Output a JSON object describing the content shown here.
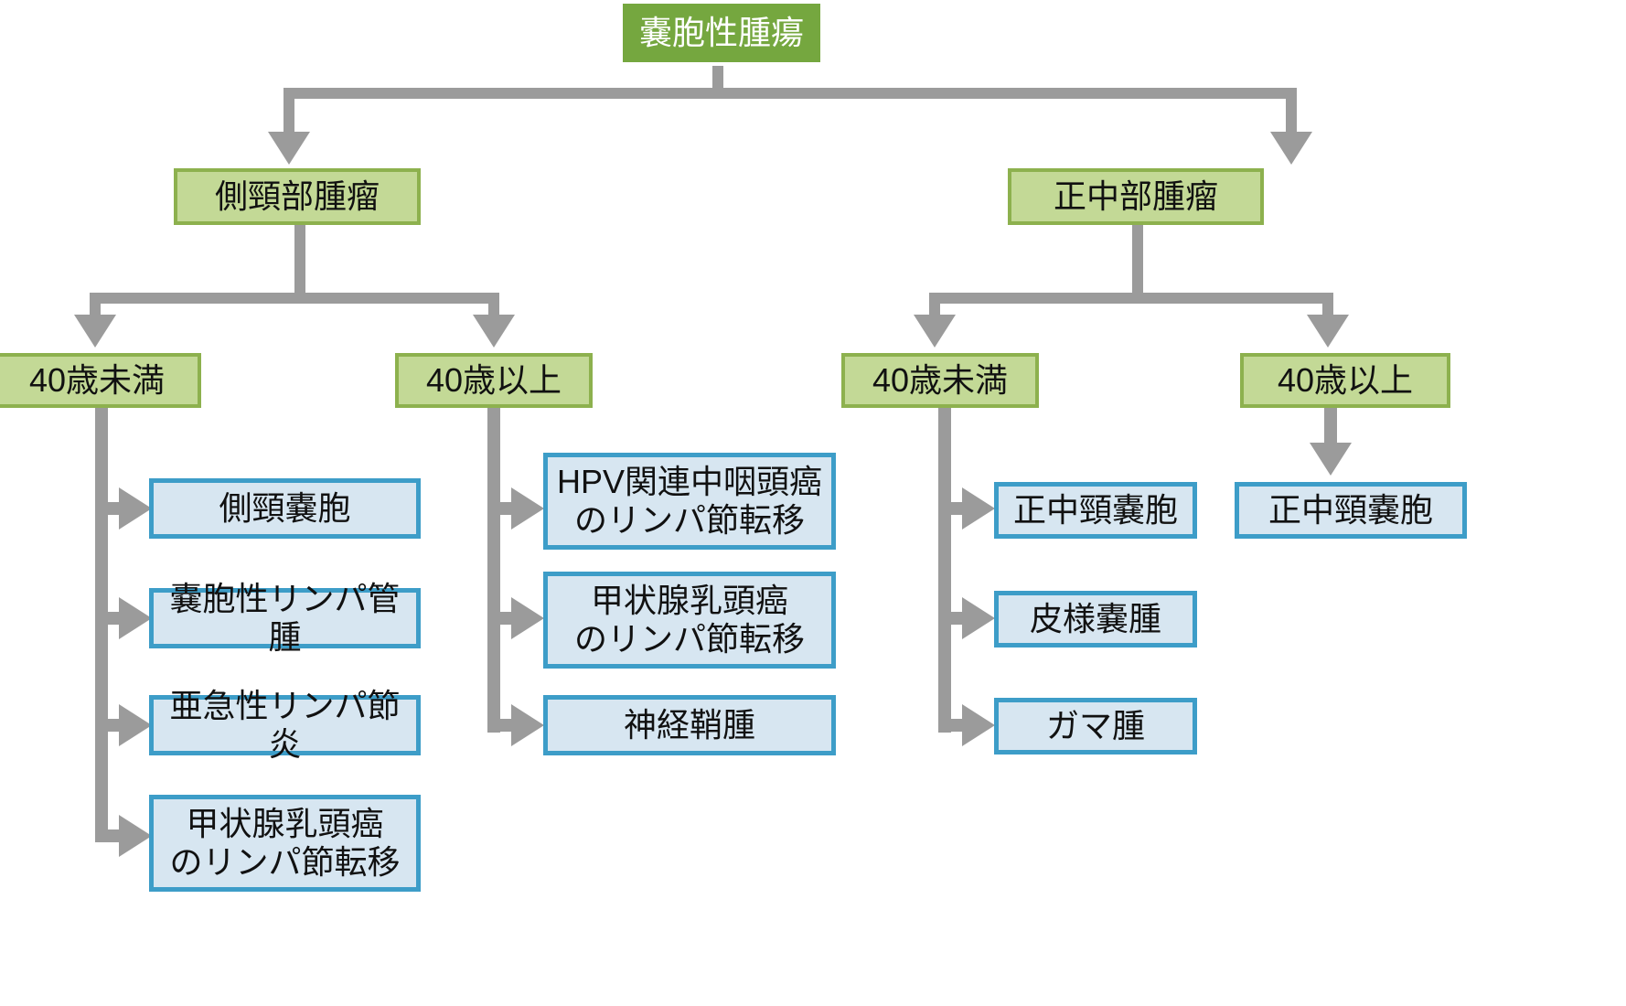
{
  "diagram": {
    "title": "嚢胞性腫瘍 診断フローチャート",
    "colors": {
      "root_fill": "#75a73f",
      "root_text": "#ffffff",
      "level_fill": "#c3d996",
      "level_border": "#8db14e",
      "leaf_fill": "#d7e6f1",
      "leaf_border": "#3d9dc8",
      "connector": "#9b9b9b"
    },
    "root": {
      "label": "嚢胞性腫瘍"
    },
    "branches": [
      {
        "label": "側頸部腫瘤"
      },
      {
        "label": "正中部腫瘤"
      }
    ],
    "age_groups": [
      {
        "label": "40歳未満"
      },
      {
        "label": "40歳以上"
      },
      {
        "label": "40歳未満"
      },
      {
        "label": "40歳以上"
      }
    ],
    "leaves": {
      "lateral_under40": [
        {
          "label": "側頸嚢胞"
        },
        {
          "label": "嚢胞性リンパ管腫"
        },
        {
          "label": "亜急性リンパ節炎"
        },
        {
          "label": "甲状腺乳頭癌\nのリンパ節転移"
        }
      ],
      "lateral_over40": [
        {
          "label": "HPV関連中咽頭癌\nのリンパ節転移"
        },
        {
          "label": "甲状腺乳頭癌\nのリンパ節転移"
        },
        {
          "label": "神経鞘腫"
        }
      ],
      "median_under40": [
        {
          "label": "正中頸嚢胞"
        },
        {
          "label": "皮様嚢腫"
        },
        {
          "label": "ガマ腫"
        }
      ],
      "median_over40": [
        {
          "label": "正中頸嚢胞"
        }
      ]
    }
  }
}
